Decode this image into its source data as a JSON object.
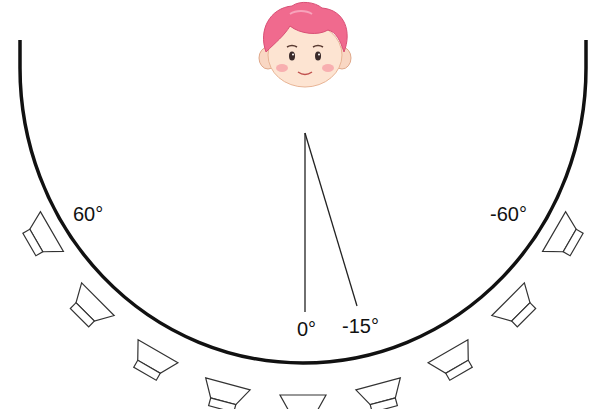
{
  "diagram": {
    "labels": [
      "60°",
      "-60°",
      "0°",
      "-15°"
    ]
  }
}
